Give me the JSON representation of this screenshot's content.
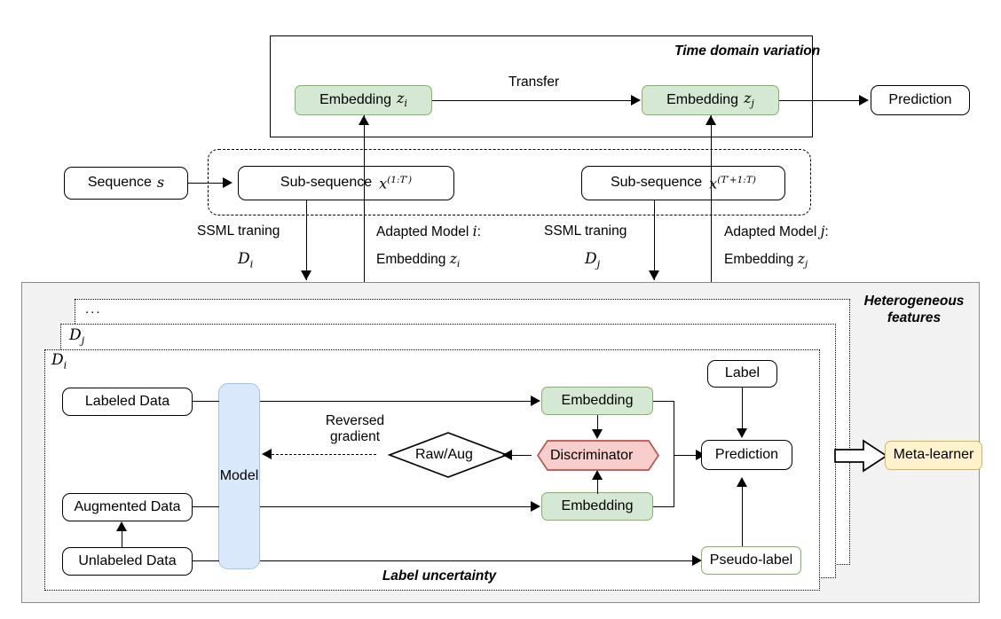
{
  "figure": {
    "title_top_panel": "Time domain variation",
    "title_right_panel_line1": "Heterogeneous",
    "title_right_panel_line2": "features",
    "title_bottom_panel": "Label uncertainty"
  },
  "top": {
    "embedding_i": "Embedding",
    "embedding_i_sub": "z",
    "embedding_i_idx": "i",
    "embedding_j": "Embedding",
    "embedding_j_sub": "z",
    "embedding_j_idx": "j",
    "transfer_label": "Transfer",
    "prediction": "Prediction"
  },
  "sequence": {
    "sequence_box": "Sequence",
    "sequence_var": "s",
    "subsequence_left_label": "Sub-sequence",
    "subsequence_left_var": "x",
    "subsequence_left_sup": "(1:T′)",
    "subsequence_right_label": "Sub-sequence",
    "subsequence_right_var": "x",
    "subsequence_right_sup": "(T′+1:T)"
  },
  "annotations": {
    "ssml_left_line1": "SSML traning",
    "ssml_left_line2": "D",
    "ssml_left_sub": "i",
    "adapted_left_line1": "Adapted Model",
    "adapted_left_var": "i",
    "adapted_left_colon": ":",
    "adapted_left_line2": "Embedding",
    "adapted_left_z": "z",
    "adapted_left_zsub": "i",
    "ssml_right_line1": "SSML traning",
    "ssml_right_line2": "D",
    "ssml_right_sub": "j",
    "adapted_right_line1": "Adapted Model",
    "adapted_right_var": "j",
    "adapted_right_colon": ":",
    "adapted_right_line2": "Embedding",
    "adapted_right_z": "z",
    "adapted_right_zsub": "j"
  },
  "stack": {
    "ellipsis": "...",
    "dj": "D",
    "dj_sub": "j",
    "di": "D",
    "di_sub": "i"
  },
  "bottom": {
    "labeled_data": "Labeled Data",
    "augmented_data": "Augmented Data",
    "unlabeled_data": "Unlabeled Data",
    "model": "Model",
    "reversed_gradient_line1": "Reversed",
    "reversed_gradient_line2": "gradient",
    "raw_aug": "Raw/Aug",
    "discriminator": "Discriminator",
    "embedding_top": "Embedding",
    "embedding_bottom": "Embedding",
    "label": "Label",
    "prediction": "Prediction",
    "pseudo_label": "Pseudo-label",
    "meta_learner": "Meta-learner"
  },
  "colors": {
    "green_fill": "#d5e8d4",
    "green_stroke": "#82b366",
    "blue_fill": "#dae8fc",
    "blue_stroke": "#9fc5e8",
    "red_fill": "#f8cecc",
    "red_stroke": "#b85450",
    "yellow_fill": "#fff2cc",
    "yellow_stroke": "#d6b656",
    "panel_fill": "#f2f2f2",
    "panel_stroke": "#8c8c8c",
    "line": "#000000"
  }
}
